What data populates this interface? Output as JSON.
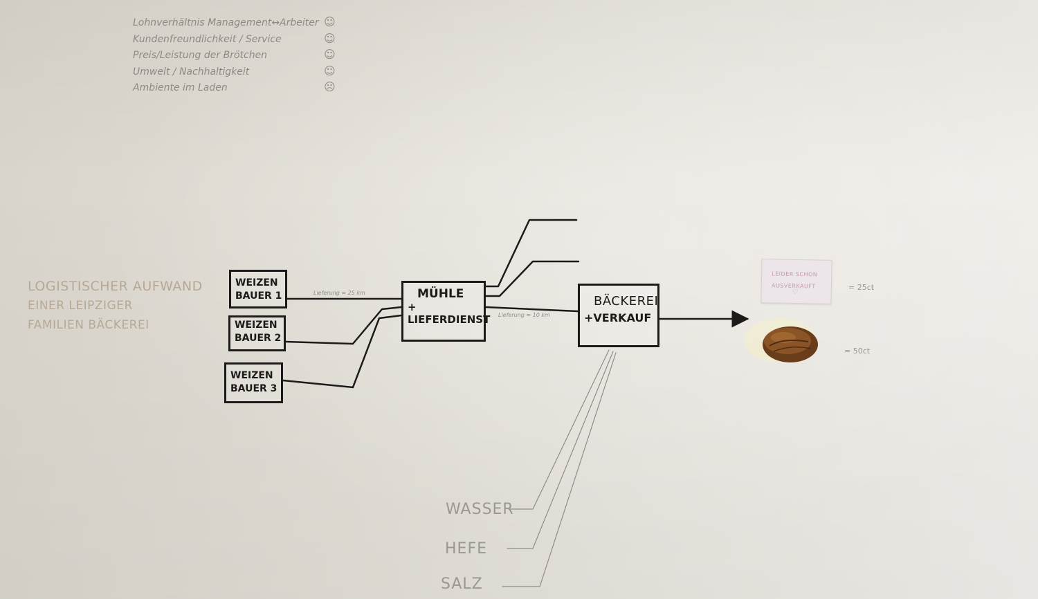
{
  "ratings": [
    {
      "label": "Lohnverhältnis Management↔Arbeiter",
      "icon": "smiley-happy-icon",
      "glyph": "☺"
    },
    {
      "label": "Kundenfreundlichkeit / Service",
      "icon": "smiley-happy-icon",
      "glyph": "☺"
    },
    {
      "label": "Preis/Leistung der Brötchen",
      "icon": "smiley-happy-icon",
      "glyph": "☺"
    },
    {
      "label": "Umwelt / Nachhaltigkeit",
      "icon": "smiley-happy-icon",
      "glyph": "☺"
    },
    {
      "label": "Ambiente im Laden",
      "icon": "smiley-sad-icon",
      "glyph": "☹"
    }
  ],
  "logistik": {
    "line1": "LOGISTISCHER AUFWAND",
    "line2": "EINER LEIPZIGER",
    "line3": "FAMILIEN BÄCKEREI"
  },
  "farmers": [
    {
      "line1": "WEIZEN",
      "line2": "BAUER 1"
    },
    {
      "line1": "WEIZEN",
      "line2": "BAUER 2"
    },
    {
      "line1": "WEIZEN",
      "line2": "BAUER 3"
    }
  ],
  "muehle": {
    "line1": "MÜHLE",
    "line2": "+ LIEFERDIENST"
  },
  "baeckerei": {
    "line1": "BÄCKEREI",
    "line2": "+VERKAUF"
  },
  "distances": {
    "farm_to_mill": "Lieferung ≈ 25 km",
    "mill_to_bakery": "Lieferung ≈ 10 km"
  },
  "ingredients": [
    "WASSER",
    "HEFE",
    "SALZ"
  ],
  "note": {
    "line1": "LEIDER SCHON",
    "line2": "AUSVERKAUFT",
    "heart": "♡"
  },
  "prices": {
    "note": "= 25ct",
    "roll": "= 50ct"
  },
  "colors": {
    "ink": "#1d1b19",
    "pencil": "#8d8a84",
    "logistik": "#b6a894",
    "note_ink": "#c49aa8"
  }
}
